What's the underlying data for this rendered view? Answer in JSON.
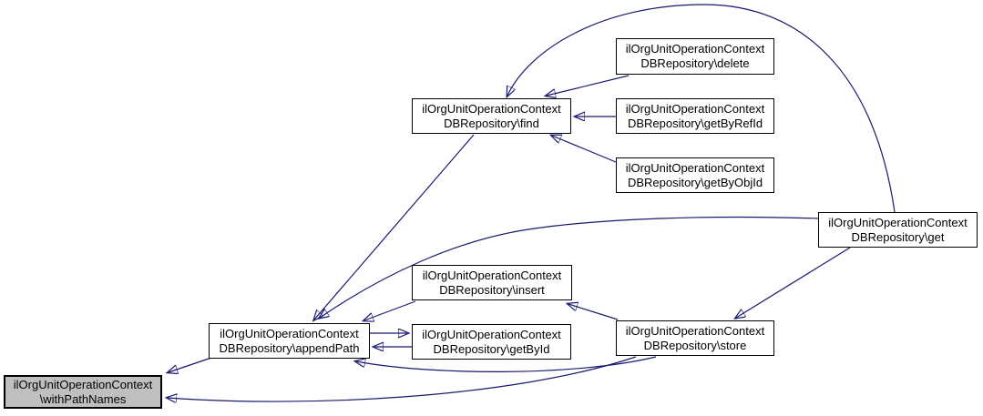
{
  "diagram": {
    "kind": "caller-graph",
    "background_color": "#ffffff",
    "edge_color": "#191970",
    "node_fill": "#ffffff",
    "node_border_color": "#000000",
    "highlighted_node_fill": "#bfbfbf",
    "nodes": {
      "withPathNames": {
        "line1": "ilOrgUnitOperationContext",
        "line2": "\\withPathNames",
        "highlighted": true
      },
      "appendPath": {
        "line1": "ilOrgUnitOperationContext",
        "line2": "DBRepository\\appendPath",
        "highlighted": false
      },
      "find": {
        "line1": "ilOrgUnitOperationContext",
        "line2": "DBRepository\\find",
        "highlighted": false
      },
      "delete": {
        "line1": "ilOrgUnitOperationContext",
        "line2": "DBRepository\\delete",
        "highlighted": false
      },
      "getByRefId": {
        "line1": "ilOrgUnitOperationContext",
        "line2": "DBRepository\\getByRefId",
        "highlighted": false
      },
      "getByObjId": {
        "line1": "ilOrgUnitOperationContext",
        "line2": "DBRepository\\getByObjId",
        "highlighted": false
      },
      "insert": {
        "line1": "ilOrgUnitOperationContext",
        "line2": "DBRepository\\insert",
        "highlighted": false
      },
      "getById": {
        "line1": "ilOrgUnitOperationContext",
        "line2": "DBRepository\\getById",
        "highlighted": false
      },
      "store": {
        "line1": "ilOrgUnitOperationContext",
        "line2": "DBRepository\\store",
        "highlighted": false
      },
      "get": {
        "line1": "ilOrgUnitOperationContext",
        "line2": "DBRepository\\get",
        "highlighted": false
      }
    },
    "edges": [
      {
        "from": "delete",
        "to": "find"
      },
      {
        "from": "getByRefId",
        "to": "find"
      },
      {
        "from": "getByObjId",
        "to": "find"
      },
      {
        "from": "get",
        "to": "find"
      },
      {
        "from": "find",
        "to": "appendPath"
      },
      {
        "from": "get",
        "to": "appendPath"
      },
      {
        "from": "insert",
        "to": "appendPath"
      },
      {
        "from": "store",
        "to": "appendPath"
      },
      {
        "from": "appendPath",
        "to": "getById"
      },
      {
        "from": "getById",
        "to": "appendPath"
      },
      {
        "from": "store",
        "to": "insert"
      },
      {
        "from": "get",
        "to": "store"
      },
      {
        "from": "appendPath",
        "to": "withPathNames"
      },
      {
        "from": "store",
        "to": "withPathNames"
      }
    ]
  }
}
